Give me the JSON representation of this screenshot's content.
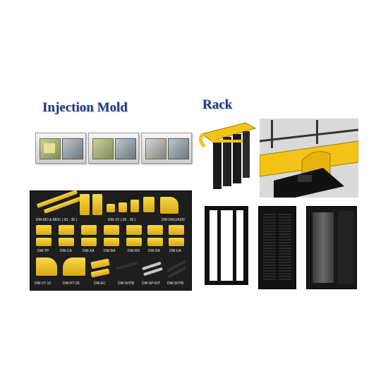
{
  "headings": {
    "injection_mold": "Injection Mold",
    "rack": "Rack"
  },
  "fiber_parts": {
    "labels": [
      "DW-MD & MDC ( 03 - 30 )",
      "DW-JO ( 03 - 30 )",
      "DW-DA(UA)90",
      "DW-TP",
      "DW-CA",
      "DW-XA",
      "DW-BA",
      "DW-RD",
      "DW-DA",
      "DW-UA",
      "DW-VT-10",
      "DW-HT-30",
      "DW-EC",
      "DW-SHTB",
      "DW-SP-KIT",
      "DW-SHTB"
    ]
  },
  "colors": {
    "heading": "#1f3a8a",
    "duct_yellow": "#f2c417",
    "panel_dark": "#1e1e1e"
  }
}
